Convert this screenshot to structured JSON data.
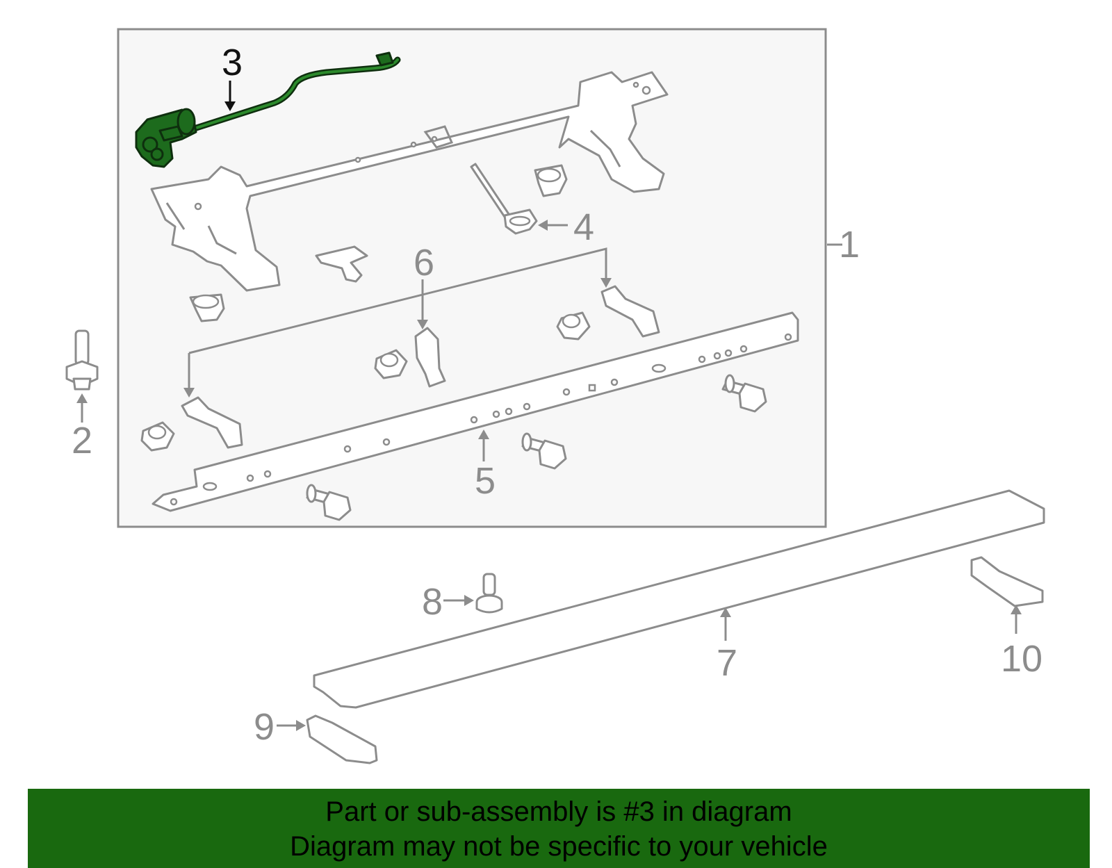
{
  "diagram": {
    "callouts": {
      "c1": "1",
      "c2": "2",
      "c3": "3",
      "c4": "4",
      "c5": "5",
      "c6": "6",
      "c7": "7",
      "c8": "8",
      "c9": "9",
      "c10": "10"
    },
    "highlighted_callout": "3",
    "colors": {
      "highlight": "#1d6b1d",
      "outline": "#8c8c8c",
      "panel": "#f7f7f7",
      "banner": "#19690f"
    }
  },
  "footer": {
    "line1": "Part or sub-assembly is #3 in diagram",
    "line2": "Diagram may not be specific to your vehicle"
  }
}
